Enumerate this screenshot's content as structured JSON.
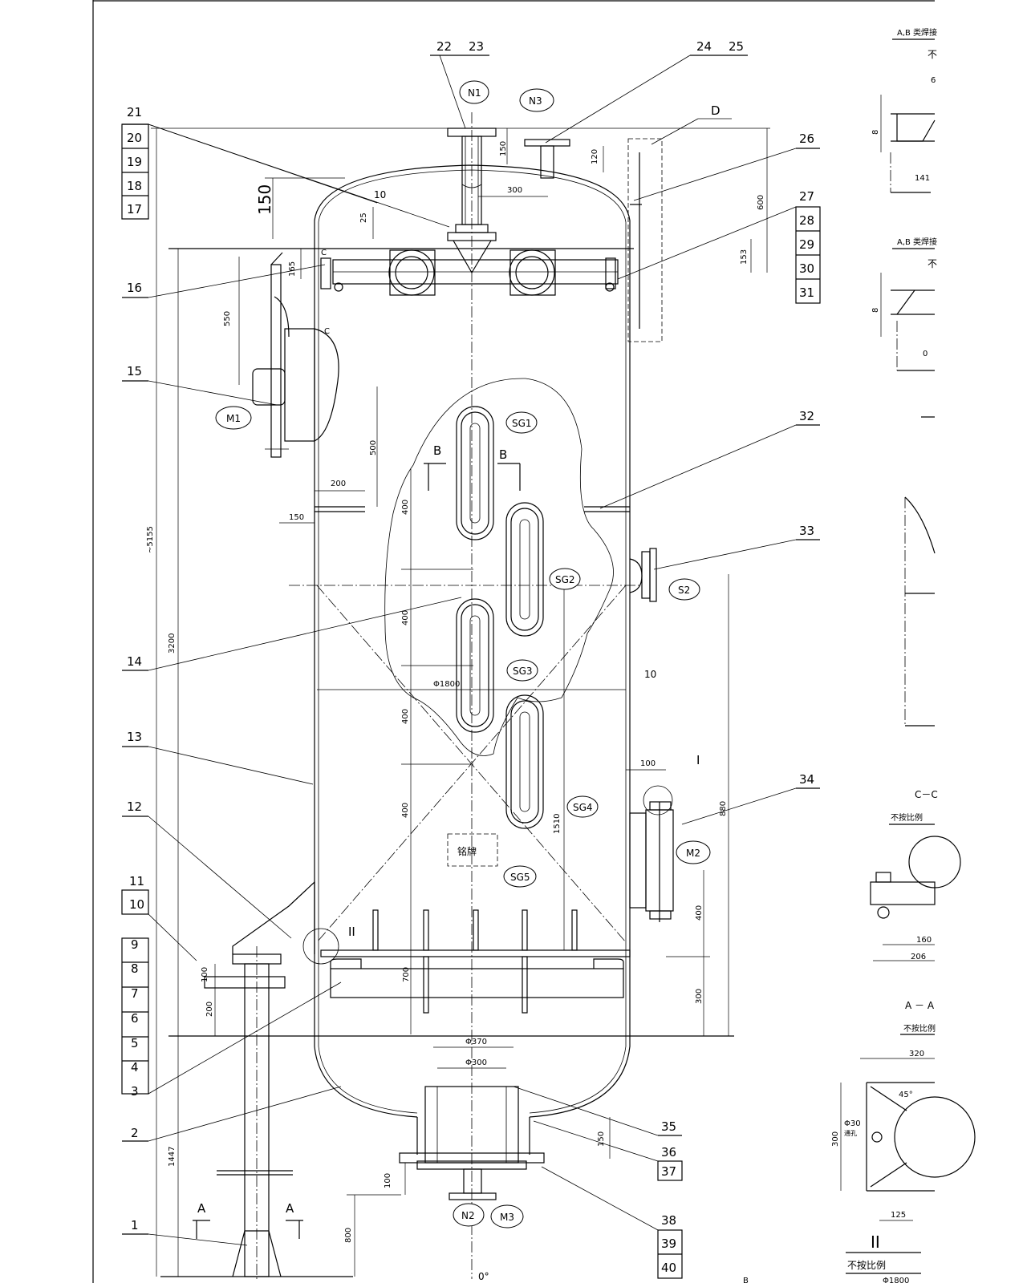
{
  "part_numbers_left": [
    "21",
    "20",
    "19",
    "18",
    "17",
    "16",
    "15",
    "14",
    "13",
    "12",
    "11",
    "10",
    "9",
    "8",
    "7",
    "6",
    "5",
    "4",
    "3",
    "2",
    "1"
  ],
  "part_numbers_right": [
    "22",
    "23",
    "24",
    "25",
    "26",
    "27",
    "28",
    "29",
    "30",
    "31",
    "32",
    "33",
    "34",
    "35",
    "36",
    "37",
    "38",
    "39",
    "40"
  ],
  "nozzle_tags": [
    "N1",
    "N3",
    "M1",
    "SG1",
    "SG2",
    "SG3",
    "SG4",
    "SG5",
    "S2",
    "M2",
    "N2",
    "M3"
  ],
  "section_letters": {
    "d": "D",
    "b": "B",
    "c": "C",
    "a": "A",
    "i": "I",
    "ii": "II"
  },
  "dimensions": {
    "d150_big": "150",
    "d25": "25",
    "d10_top": "10",
    "d300_top": "300",
    "d150_n1": "150",
    "d120": "120",
    "d600": "600",
    "d153": "153",
    "d165": "165",
    "d550": "550",
    "d500": "500",
    "d200": "200",
    "d150_m1": "150",
    "d5155": "~5155",
    "d3200": "3200",
    "d400_1": "400",
    "d400_2": "400",
    "d400_3": "400",
    "d400_4": "400",
    "dia1800": "Φ1800",
    "d10_right": "10",
    "d100": "100",
    "d880": "880",
    "d1510": "1510",
    "d400_m2": "400",
    "d300_m2": "300",
    "d700": "700",
    "d100_leg": "100",
    "d200_leg": "200",
    "dia370": "Φ370",
    "dia300": "Φ300",
    "d150_bot": "150",
    "d100_bot": "100",
    "d800": "800",
    "d1447": "1447",
    "angle0": "0°"
  },
  "nameplate_label": "铭牌",
  "right_views": {
    "weld_a_title": "A,B 类焊接",
    "weld_a_sub": "不",
    "weld_a_d8": "8",
    "weld_a_d141": "141",
    "weld_a_d6": "6",
    "weld_b_title": "A,B 类焊接",
    "weld_b_sub": "不",
    "weld_b_d8": "8",
    "weld_b_d0": "0",
    "cc_title": "C－C",
    "cc_sub": "不按比例",
    "cc_d160": "160",
    "cc_d206": "206",
    "aa_title": "A － A",
    "aa_sub": "不按比例",
    "aa_d320": "320",
    "aa_d45": "45°",
    "aa_dia30": "Φ30",
    "aa_hole": "通孔",
    "aa_d300": "300",
    "aa_d125": "125",
    "ii_title": "II",
    "ii_sub": "不按比例",
    "ii_dia": "Φ1800",
    "b_bottom": "B"
  }
}
